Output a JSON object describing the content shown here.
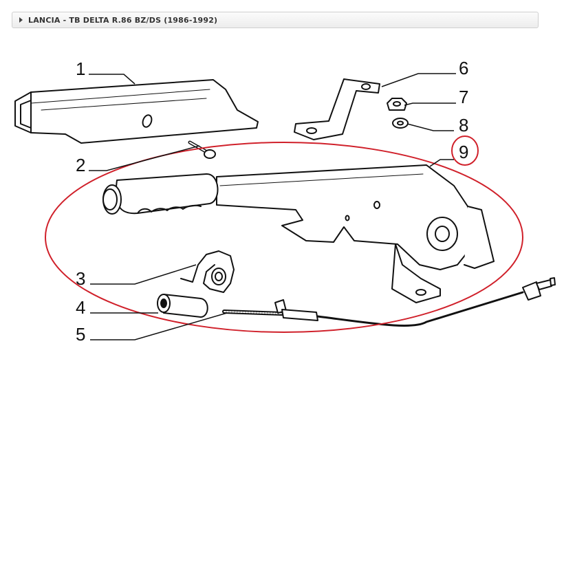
{
  "breadcrumb": {
    "text": "LANCIA - TB DELTA R.86 BZ/DS (1986-1992)"
  },
  "callouts": [
    "1",
    "2",
    "3",
    "4",
    "5",
    "6",
    "7",
    "8",
    "9"
  ],
  "highlight": {
    "callout": "9",
    "color": "#d0202a"
  }
}
